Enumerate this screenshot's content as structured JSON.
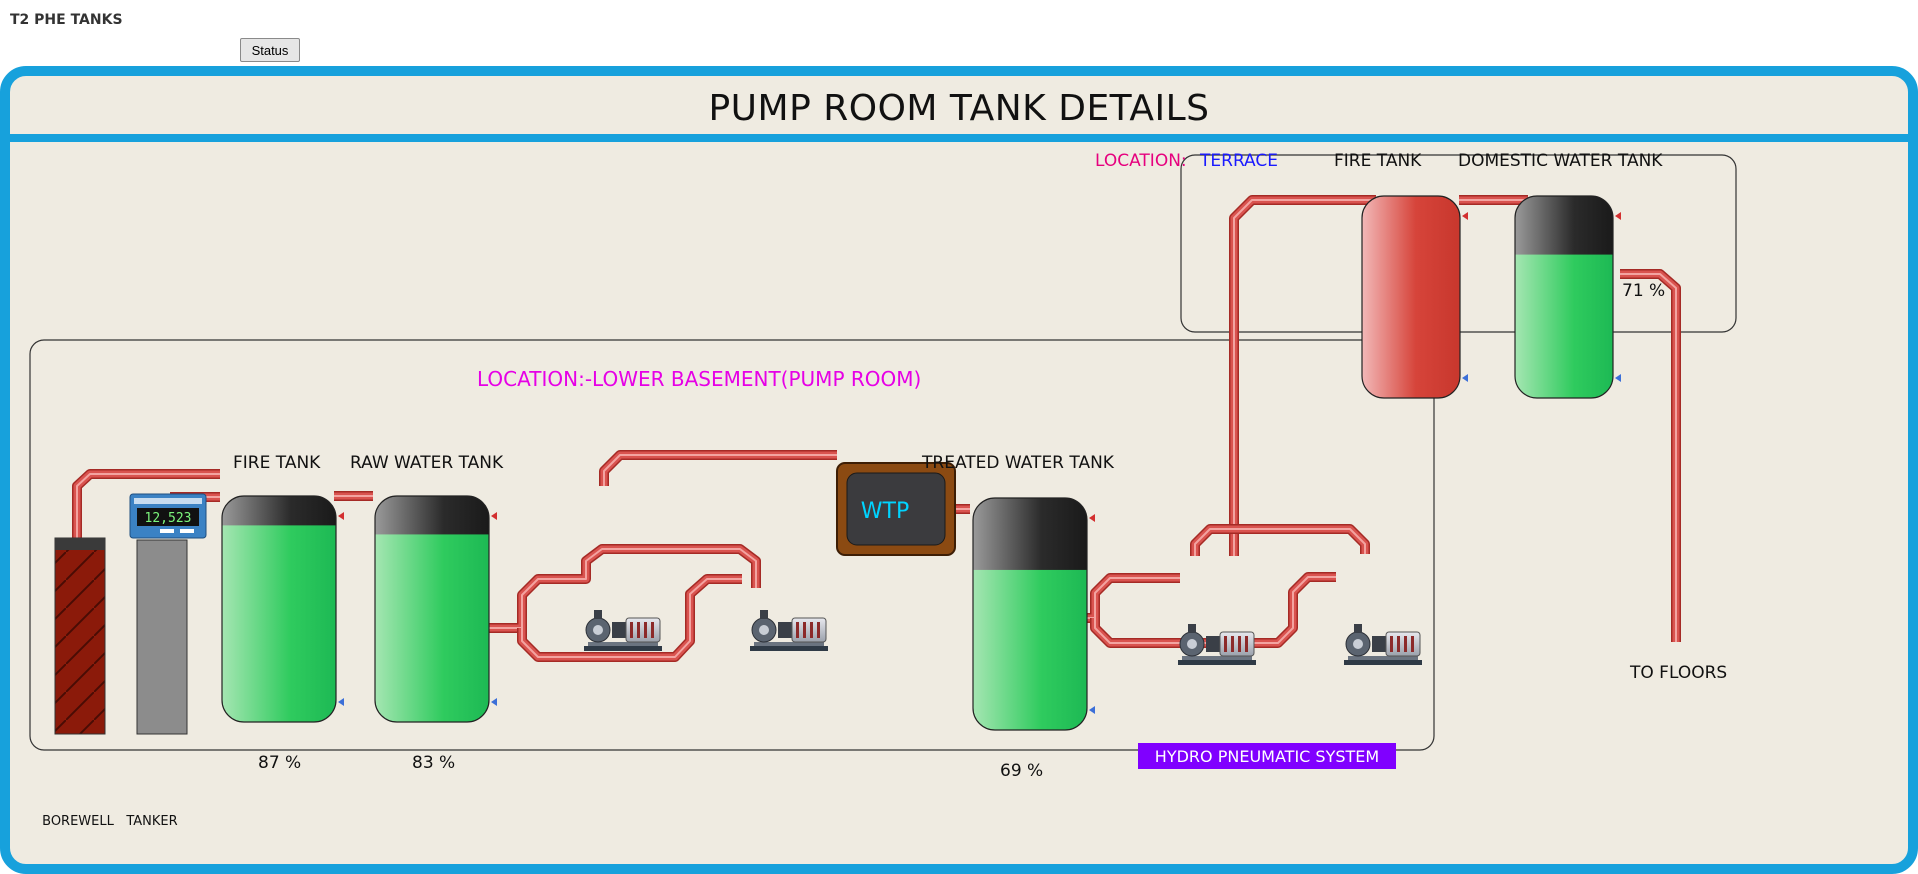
{
  "app": {
    "title": "T2 PHE TANKS",
    "status_button": "Status"
  },
  "page": {
    "heading": "PUMP ROOM TANK DETAILS"
  },
  "colors": {
    "frame": "#17a1dc",
    "panel_bg": "#efebe1",
    "pipe": "#d9534f",
    "water": "#22c55e",
    "location_label": "#e6007e",
    "location_terrace": "#1a1aff",
    "hydro_badge": "#8000ff",
    "wtp_text": "#00d4ff"
  },
  "terrace": {
    "location_label": "LOCATION:",
    "location_value": "TERRACE",
    "fire_tank": {
      "label": "FIRE TANK"
    },
    "domestic_tank": {
      "label": "DOMESTIC WATER TANK",
      "percent": 71,
      "percent_text": "71 %"
    },
    "to_floors": "TO FLOORS"
  },
  "basement": {
    "location_label": "LOCATION:-LOWER BASEMENT(PUMP ROOM)",
    "fire_tank": {
      "label": "FIRE TANK",
      "percent": 87,
      "percent_text": "87 %"
    },
    "raw_water_tank": {
      "label": "RAW WATER TANK",
      "percent": 83,
      "percent_text": "83 %"
    },
    "treated_water_tank": {
      "label": "TREATED WATER TANK",
      "percent": 69,
      "percent_text": "69 %"
    },
    "wtp_label": "WTP",
    "hydro_label": "HYDRO PNEUMATIC SYSTEM",
    "borewell_label": "BOREWELL",
    "tanker_label": "TANKER",
    "flow_meter_reading": "12,523"
  },
  "icons": [
    "pump-icon",
    "flow-meter-icon",
    "level-marker-icon"
  ]
}
